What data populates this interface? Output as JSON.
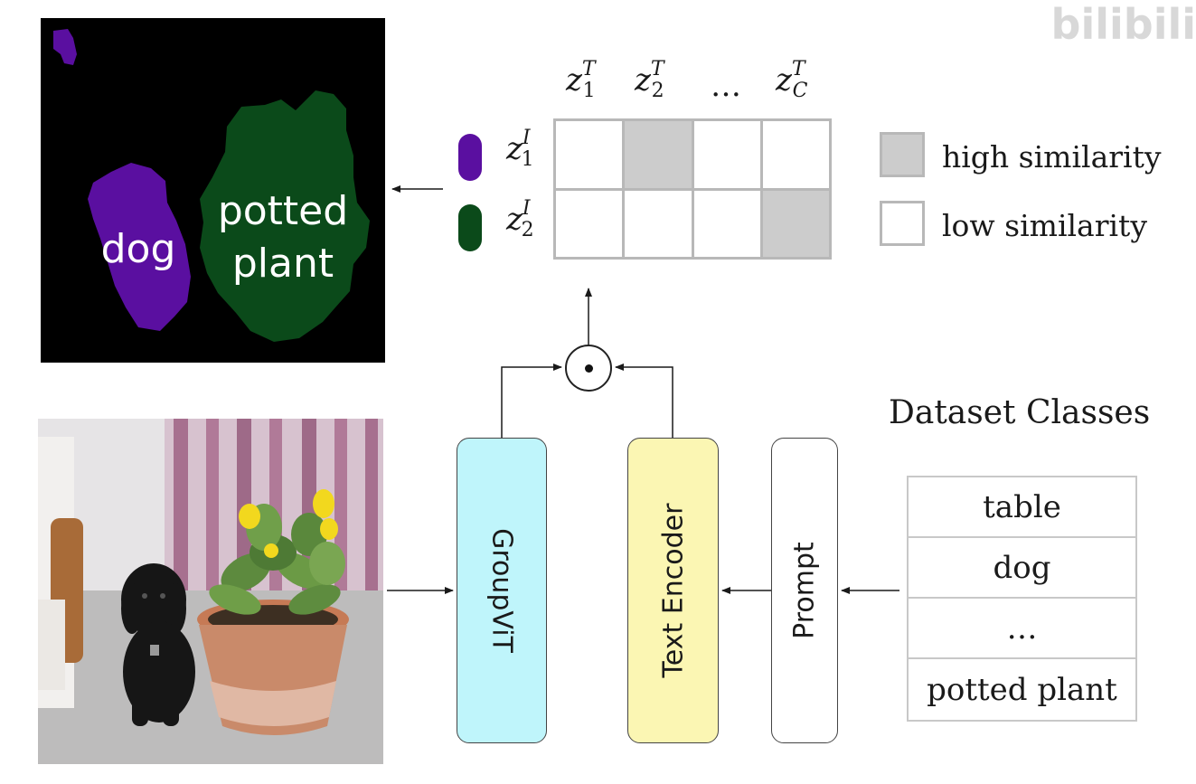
{
  "segmentation": {
    "labels": [
      "dog",
      "potted",
      "plant"
    ],
    "colors": {
      "dog": "#5a0fa0",
      "plant": "#0b4a1a",
      "background": "#000000"
    }
  },
  "modules": {
    "groupvit": "GroupViT",
    "text_encoder": "Text Encoder",
    "prompt": "Prompt"
  },
  "matrix": {
    "column_headers": [
      {
        "base": "z",
        "sup": "T",
        "sub": "1"
      },
      {
        "base": "z",
        "sup": "T",
        "sub": "2"
      },
      {
        "base": "…"
      },
      {
        "base": "z",
        "sup": "T",
        "sub": "C"
      }
    ],
    "row_headers": [
      {
        "base": "z",
        "sup": "I",
        "sub": "1",
        "color": "#5a0fa0"
      },
      {
        "base": "z",
        "sup": "I",
        "sub": "2",
        "color": "#0b4a1a"
      }
    ],
    "high_cells": [
      [
        0,
        1
      ],
      [
        1,
        3
      ]
    ]
  },
  "legend": {
    "high": "high similarity",
    "low": "low similarity",
    "high_color": "#cccccc",
    "low_color": "#ffffff"
  },
  "classes": {
    "title": "Dataset Classes",
    "items": [
      "table",
      "dog",
      "…",
      "potted plant"
    ]
  },
  "operator": "dot-product-icon",
  "watermark": "bilibili"
}
